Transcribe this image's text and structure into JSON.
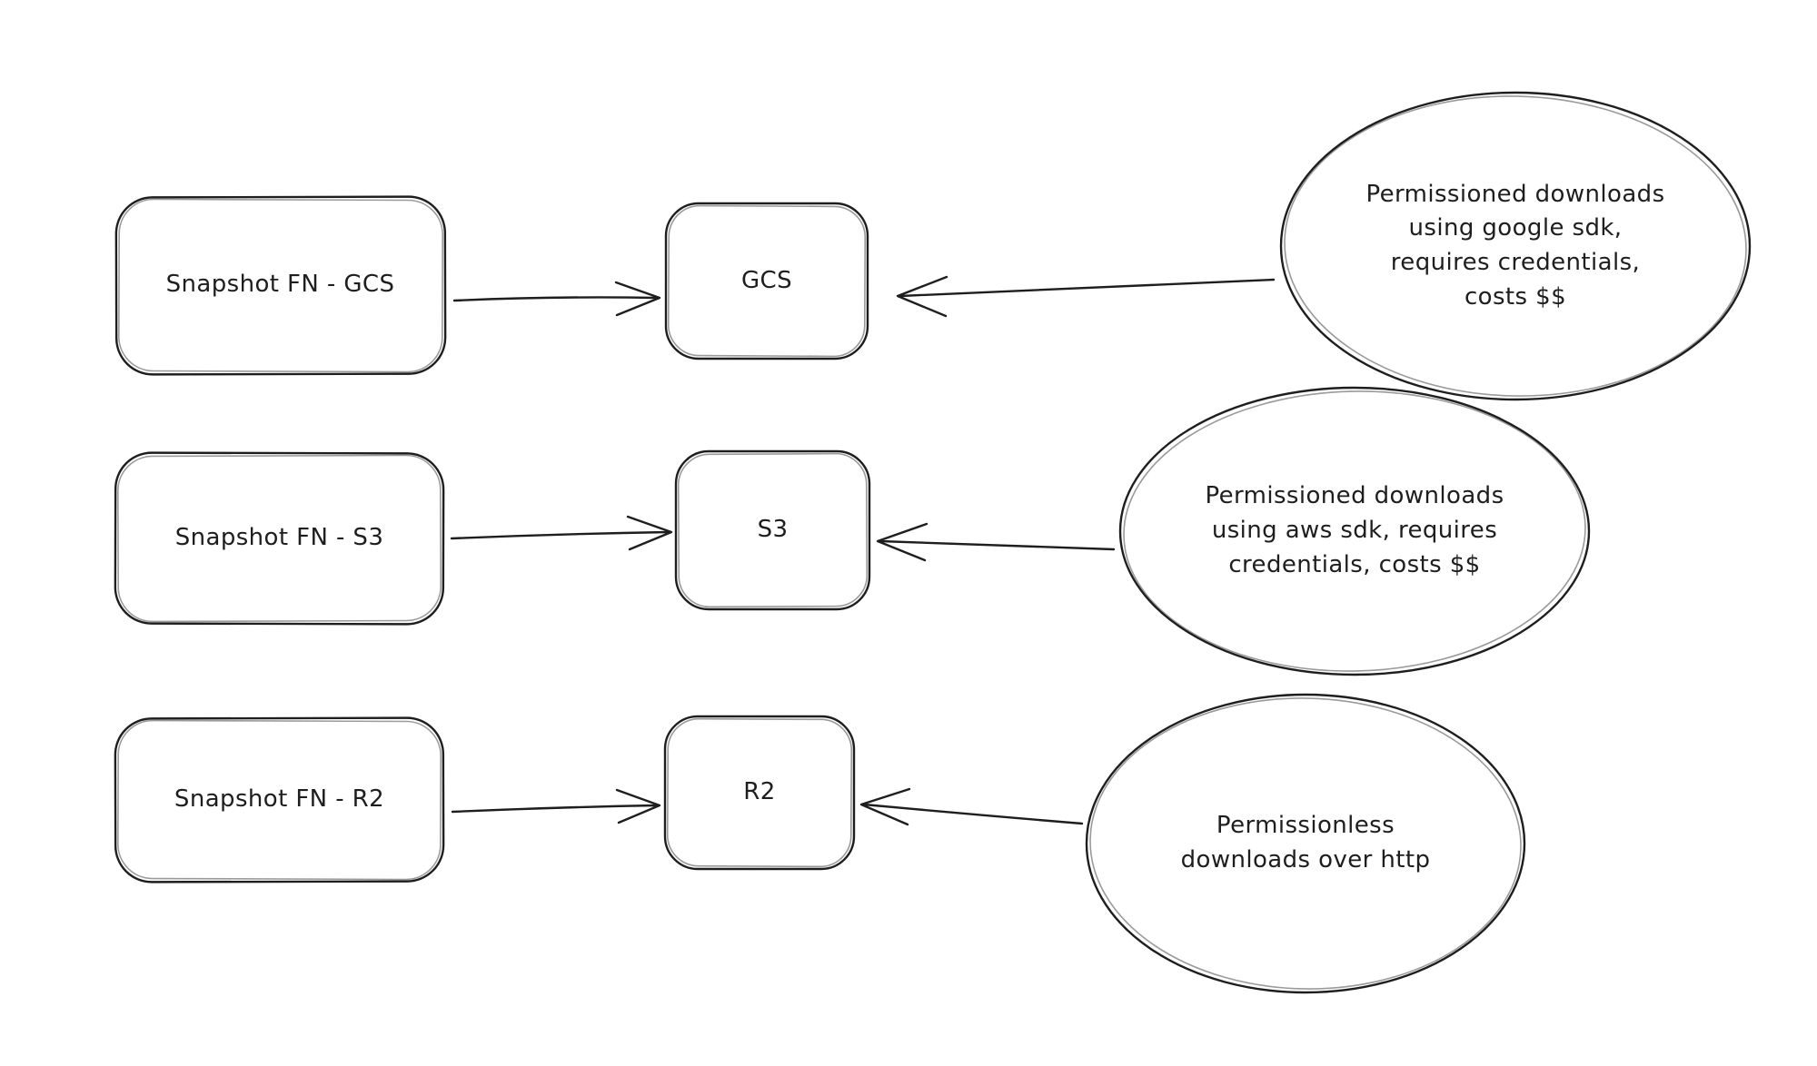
{
  "canvas": {
    "background": "#ffffff",
    "ink": "#1e1e1e"
  },
  "rows": [
    {
      "source": "Snapshot FN - GCS",
      "target": "GCS",
      "note": "Permissioned downloads\nusing google sdk,\nrequires credentials,\ncosts $$"
    },
    {
      "source": "Snapshot FN - S3",
      "target": "S3",
      "note": "Permissioned downloads\nusing aws sdk, requires\ncredentials, costs $$"
    },
    {
      "source": "Snapshot FN - R2",
      "target": "R2",
      "note": "Permissionless\ndownloads over http"
    }
  ]
}
